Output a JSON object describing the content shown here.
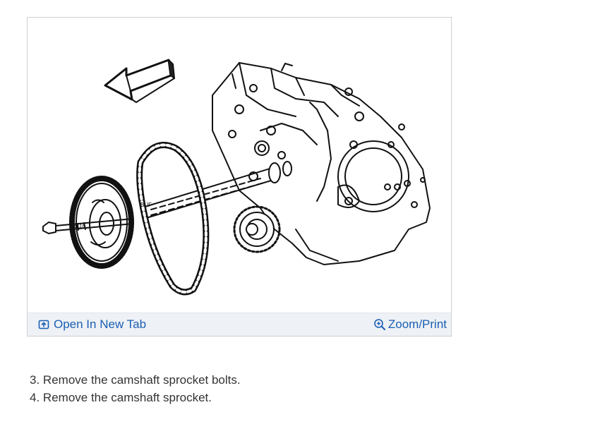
{
  "figure": {
    "open_tab_label": "Open In New Tab",
    "zoom_label": "Zoom/Print",
    "icons": {
      "open": "open-in-new-tab-icon",
      "zoom": "zoom-in-icon"
    },
    "accent_color": "#1a5fb4"
  },
  "steps": [
    {
      "number": "3.",
      "text": "Remove the camshaft sprocket bolts."
    },
    {
      "number": "4.",
      "text": "Remove the camshaft sprocket."
    }
  ],
  "diagram_labels": [
    "3116",
    "BUF"
  ]
}
